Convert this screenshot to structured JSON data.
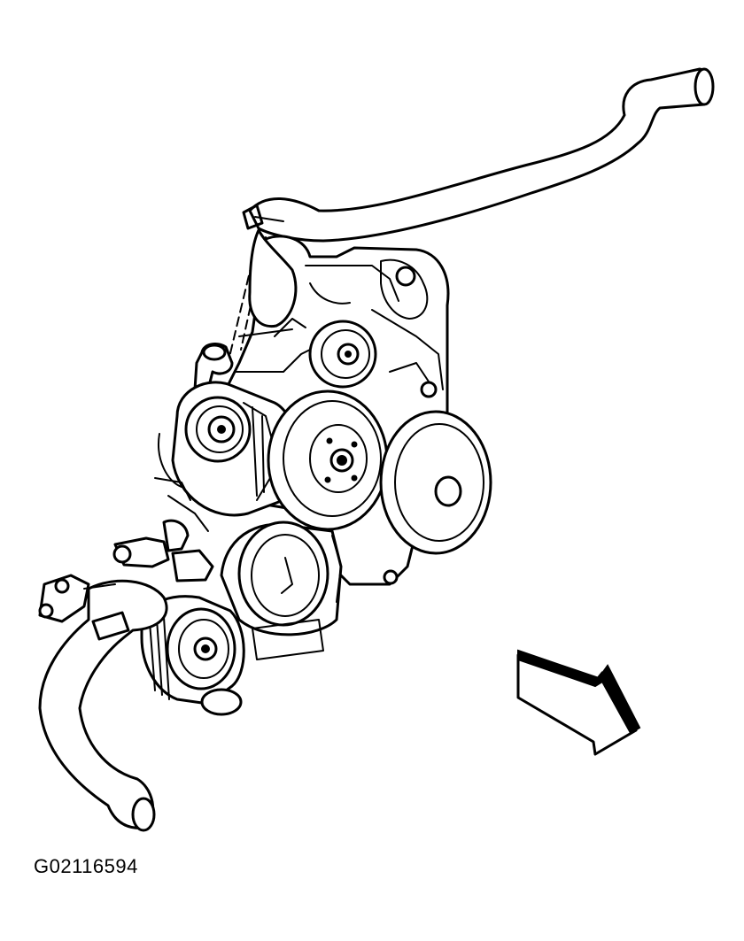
{
  "figure": {
    "id_label": "G02116594"
  },
  "colors": {
    "line": "#000000",
    "background": "#ffffff"
  },
  "components": [
    "upper-radiator-hose",
    "lower-radiator-hose",
    "power-steering-pump-pulley",
    "idler-pulley",
    "generator",
    "water-pump-pulley",
    "crankshaft-balancer",
    "ac-compressor",
    "engine-front-cover",
    "view-direction-arrow"
  ]
}
